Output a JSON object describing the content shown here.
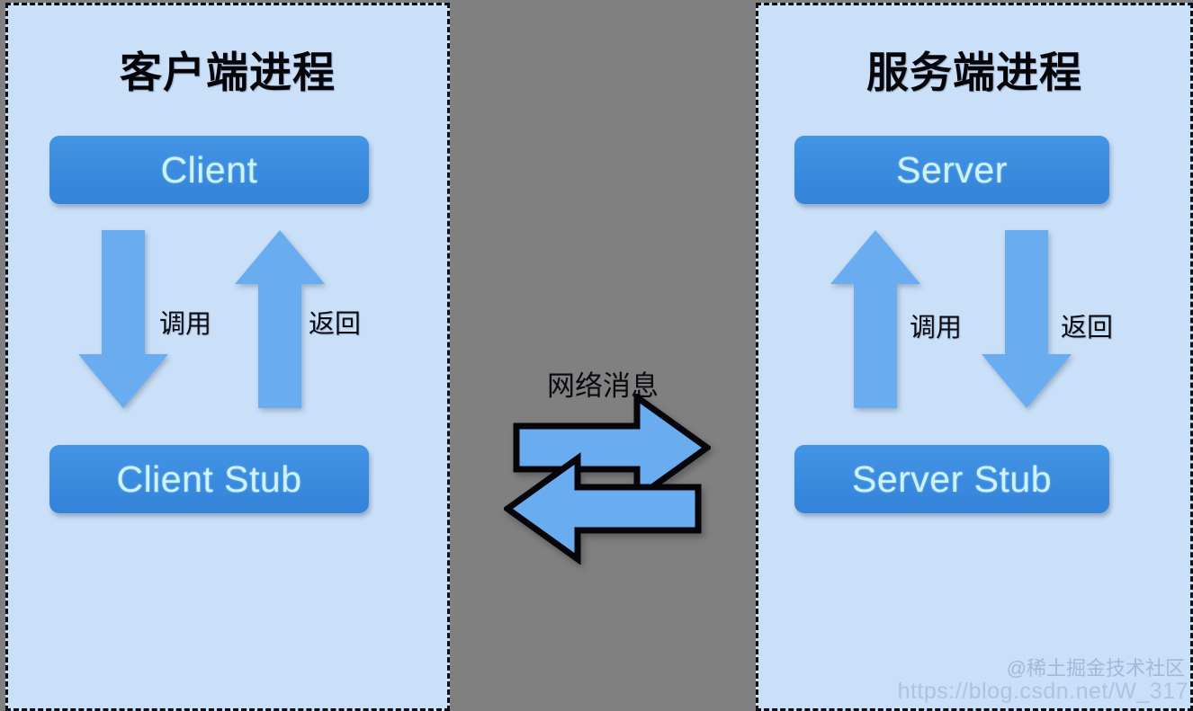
{
  "diagram": {
    "title_semantic": "rpc-client-server-communication",
    "background_color": "#808080",
    "panel_background_color": "#cadff8",
    "box_color": "#3a8ade",
    "box_text_color": "#cdf3ff",
    "arrow_color": "#6aacf0",
    "border_color": "#0d0d14"
  },
  "client_panel": {
    "title": "客户端进程",
    "top_box": "Client",
    "bottom_box": "Client Stub",
    "call_label": "调用",
    "return_label": "返回",
    "call_direction": "down",
    "return_direction": "up"
  },
  "server_panel": {
    "title": "服务端进程",
    "top_box": "Server",
    "bottom_box": "Server Stub",
    "call_label": "调用",
    "return_label": "返回",
    "call_direction": "up",
    "return_direction": "down"
  },
  "network": {
    "label": "网络消息",
    "arrow_top_direction": "right",
    "arrow_bottom_direction": "left"
  },
  "watermarks": {
    "brand": "@稀土掘金技术社区",
    "url": "https://blog.csdn.net/W_317"
  }
}
